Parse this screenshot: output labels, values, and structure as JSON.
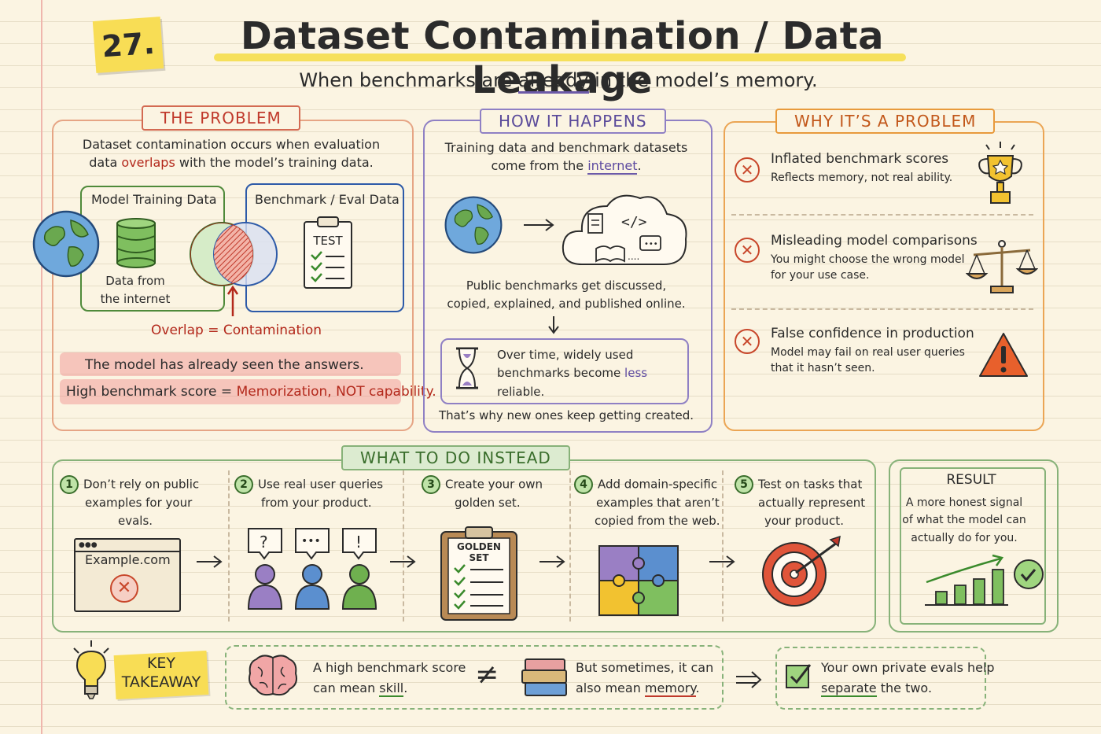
{
  "header": {
    "number": "27.",
    "title": "Dataset Contamination / Data Leakage",
    "subtitle_pre": "When benchmarks are ",
    "subtitle_hl": "already",
    "subtitle_post": " in the model’s memory."
  },
  "problem": {
    "tag": "THE PROBLEM",
    "line1": "Dataset contamination occurs when evaluation",
    "line2_pre": "data ",
    "line2_hl": "overlaps",
    "line2_post": " with the model’s training data.",
    "train_label": "Model Training Data",
    "bench_label": "Benchmark / Eval Data",
    "test_label": "TEST",
    "data_from_1": "Data from",
    "data_from_2": "the internet",
    "overlap": "Overlap = Contamination",
    "answers": "The model has already seen the answers.",
    "score_pre": "High benchmark score = ",
    "score_hl": "Memorization, NOT capability."
  },
  "how": {
    "tag": "HOW IT HAPPENS",
    "line1": "Training data and benchmark datasets",
    "line2_pre": "come from the ",
    "line2_hl": "internet",
    "line2_post": ".",
    "public1": "Public benchmarks get discussed,",
    "public2": "copied, explained, and published online.",
    "box1": "Over time, widely used",
    "box2_pre": "benchmarks become ",
    "box2_hl": "less",
    "box3": "reliable.",
    "footer": "That’s why new ones keep getting created."
  },
  "why": {
    "tag": "WHY IT’S A PROBLEM",
    "items": [
      {
        "title": "Inflated benchmark scores",
        "sub1": "Reflects memory, not real ability.",
        "sub2": ""
      },
      {
        "title": "Misleading model comparisons",
        "sub1": "You might choose the wrong model",
        "sub2": "for your use case."
      },
      {
        "title": "False confidence in production",
        "sub1": "Model may fail on real user queries",
        "sub2": "that it hasn’t seen."
      }
    ]
  },
  "todo": {
    "tag": "WHAT TO DO INSTEAD",
    "steps": [
      {
        "num": "1",
        "l1": "Don’t rely on public",
        "l2": "examples for your",
        "l3": "evals."
      },
      {
        "num": "2",
        "l1": "Use real user queries",
        "l2": "from your product.",
        "l3": ""
      },
      {
        "num": "3",
        "l1": "Create your own",
        "l2": "golden set.",
        "l3": ""
      },
      {
        "num": "4",
        "l1": "Add domain-specific",
        "l2": "examples that aren’t",
        "l3": "copied from the web."
      },
      {
        "num": "5",
        "l1": "Test on tasks that",
        "l2": "actually represent",
        "l3": "your product."
      }
    ],
    "example_url": "Example.com",
    "golden_set": "GOLDEN SET",
    "result_title": "RESULT",
    "result1": "A more honest signal",
    "result2": "of what the model can",
    "result3": "actually do for you."
  },
  "takeaway": {
    "label1": "KEY",
    "label2": "TAKEAWAY",
    "skill_l1": "A high benchmark score",
    "skill_pre": "can mean ",
    "skill_hl": "skill",
    "skill_post": ".",
    "mem_l1": "But sometimes, it can",
    "mem_pre": "also mean ",
    "mem_hl": "memory",
    "mem_post": ".",
    "neq": "≠",
    "own_l1": "Your own private evals help",
    "own_hl": "separate",
    "own_post": " the two."
  }
}
